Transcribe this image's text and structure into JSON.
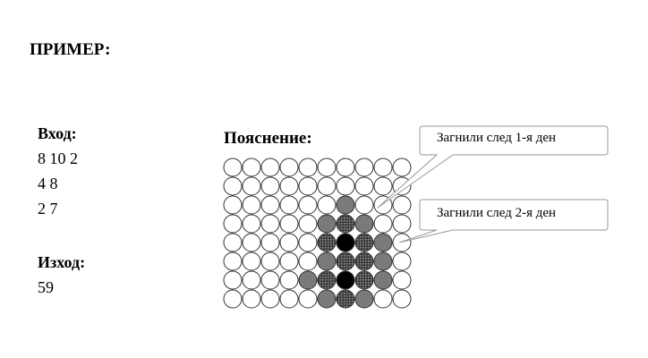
{
  "example": {
    "heading": "ПРИМЕР:"
  },
  "input": {
    "label": "Вход:",
    "lines": [
      "8 10 2",
      "4 8",
      "2 7"
    ]
  },
  "output": {
    "label": "Изход:",
    "value": "59"
  },
  "explanation": {
    "title": "Пояснение:",
    "rows": 8,
    "cols": 10,
    "cells": [
      "..........",
      "..........",
      "......1...",
      ".....1X1..",
      ".....XBX1.",
      ".....1XX1.",
      "....1XBX1.",
      ".....1X1.."
    ],
    "legend": {
      ".": "healthy",
      "1": "rotten-day-1",
      "X": "rotten-day-2",
      "B": "initially-rotten"
    },
    "colors": {
      "healthy": "#ffffff",
      "day1": "#7a7a7a",
      "day2": "#3a3a3a",
      "initial": "#000000",
      "stroke": "#333333"
    },
    "callouts": [
      {
        "text": "Загнили след 1-я ден"
      },
      {
        "text": "Загнили след 2-я ден"
      }
    ]
  }
}
